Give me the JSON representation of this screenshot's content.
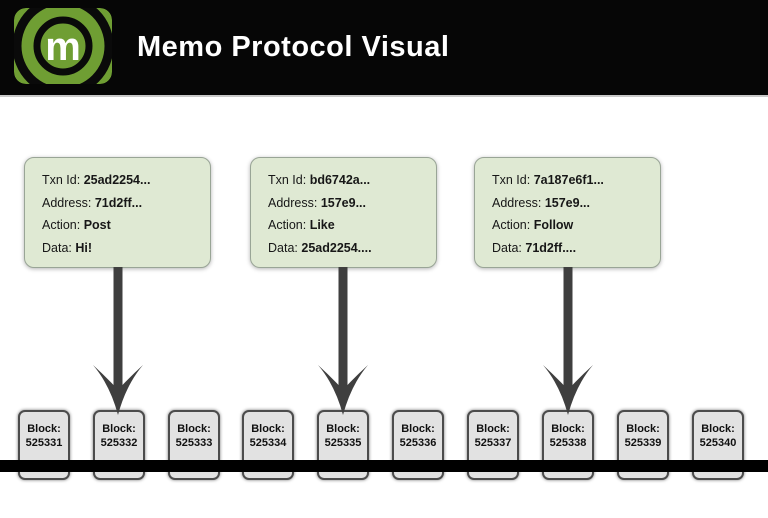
{
  "header": {
    "title": "Memo Protocol Visual",
    "logo_letter": "m"
  },
  "cards": [
    {
      "fields": [
        {
          "label": "Txn Id:",
          "value": "25ad2254..."
        },
        {
          "label": "Address:",
          "value": "71d2ff..."
        },
        {
          "label": "Action:",
          "value": "Post"
        },
        {
          "label": "Data:",
          "value": "Hi!"
        }
      ],
      "points_to_block": "525332"
    },
    {
      "fields": [
        {
          "label": "Txn Id:",
          "value": "bd6742a..."
        },
        {
          "label": "Address:",
          "value": "157e9..."
        },
        {
          "label": "Action:",
          "value": "Like"
        },
        {
          "label": "Data:",
          "value": "25ad2254...."
        }
      ],
      "points_to_block": "525335"
    },
    {
      "fields": [
        {
          "label": "Txn Id:",
          "value": "7a187e6f1..."
        },
        {
          "label": "Address:",
          "value": "157e9..."
        },
        {
          "label": "Action:",
          "value": "Follow"
        },
        {
          "label": "Data:",
          "value": "71d2ff...."
        }
      ],
      "points_to_block": "525338"
    }
  ],
  "blocks": [
    {
      "label": "Block:",
      "number": "525331"
    },
    {
      "label": "Block:",
      "number": "525332"
    },
    {
      "label": "Block:",
      "number": "525333"
    },
    {
      "label": "Block:",
      "number": "525334"
    },
    {
      "label": "Block:",
      "number": "525335"
    },
    {
      "label": "Block:",
      "number": "525336"
    },
    {
      "label": "Block:",
      "number": "525337"
    },
    {
      "label": "Block:",
      "number": "525338"
    },
    {
      "label": "Block:",
      "number": "525339"
    },
    {
      "label": "Block:",
      "number": "525340"
    }
  ],
  "colors": {
    "header_bg": "#060606",
    "logo_green": "#6f9e33",
    "card_bg": "#dfe9d3",
    "block_bg": "#e2e2e2",
    "arrow": "#3f3f3f",
    "chain_line": "#000000"
  }
}
